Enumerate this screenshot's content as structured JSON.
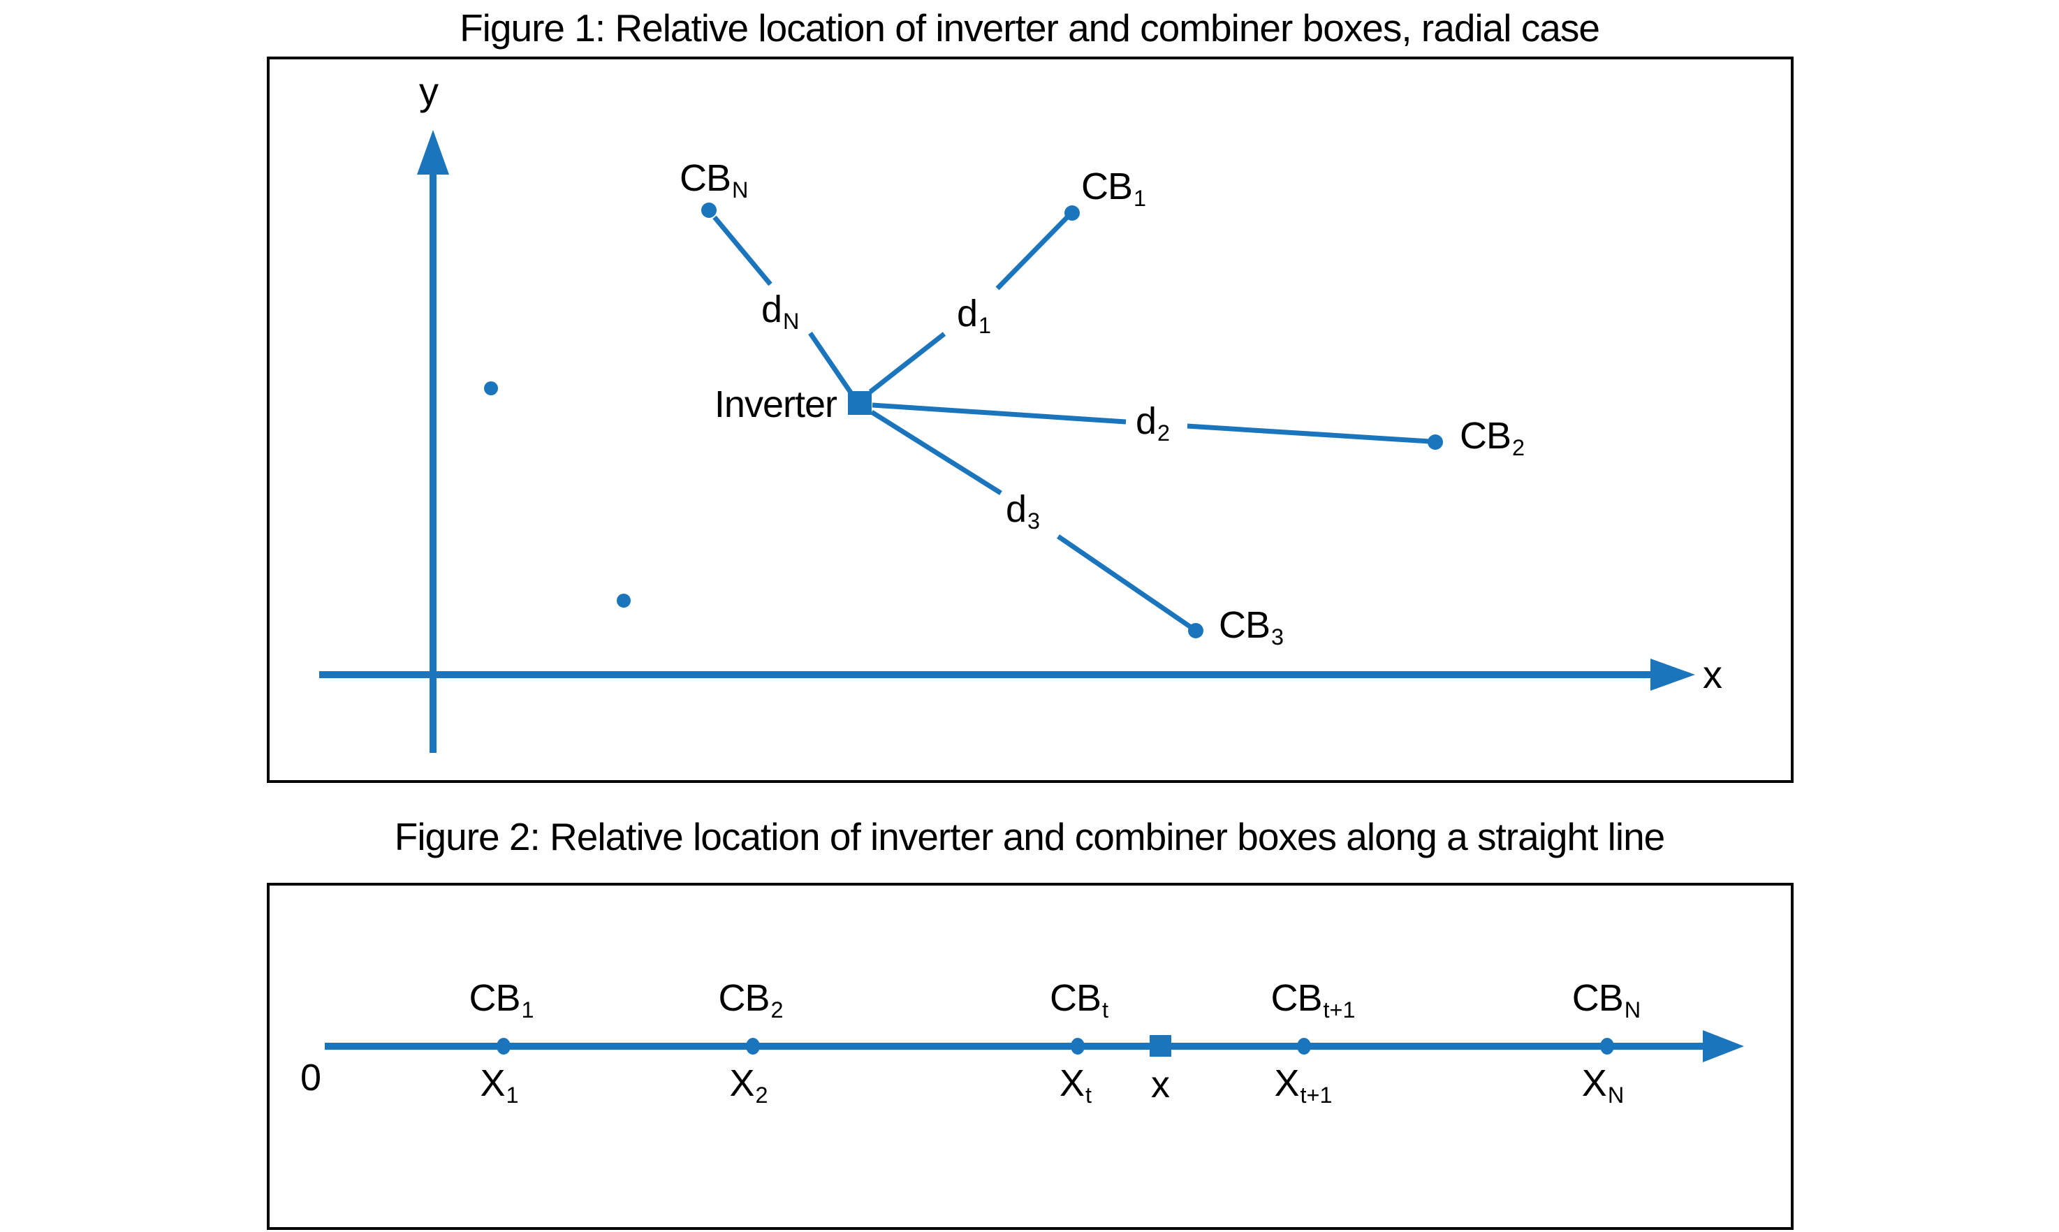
{
  "colors": {
    "accent": "#1B75BC",
    "text": "#000000",
    "border": "#000000"
  },
  "figure1": {
    "title": "Figure 1: Relative location of inverter and combiner boxes, radial case",
    "y_axis_label": "y",
    "x_axis_label": "x",
    "inverter_label": "Inverter",
    "nodes": {
      "cb_n": {
        "base": "CB",
        "sub": "N"
      },
      "cb_1": {
        "base": "CB",
        "sub": "1"
      },
      "cb_2": {
        "base": "CB",
        "sub": "2"
      },
      "cb_3": {
        "base": "CB",
        "sub": "3"
      }
    },
    "distances": {
      "d_n": {
        "base": "d",
        "sub": "N"
      },
      "d_1": {
        "base": "d",
        "sub": "1"
      },
      "d_2": {
        "base": "d",
        "sub": "2"
      },
      "d_3": {
        "base": "d",
        "sub": "3"
      }
    }
  },
  "figure2": {
    "title": "Figure 2: Relative location of inverter and combiner boxes along a straight line",
    "origin_label": "0",
    "inverter_position_label": "x",
    "points": [
      {
        "top_base": "CB",
        "top_sub": "1",
        "bottom_base": "X",
        "bottom_sub": "1"
      },
      {
        "top_base": "CB",
        "top_sub": "2",
        "bottom_base": "X",
        "bottom_sub": "2"
      },
      {
        "top_base": "CB",
        "top_sub": "t",
        "bottom_base": "X",
        "bottom_sub": "t"
      },
      {
        "top_base": "CB",
        "top_sub": "t+1",
        "bottom_base": "X",
        "bottom_sub": "t+1"
      },
      {
        "top_base": "CB",
        "top_sub": "N",
        "bottom_base": "X",
        "bottom_sub": "N"
      }
    ]
  }
}
